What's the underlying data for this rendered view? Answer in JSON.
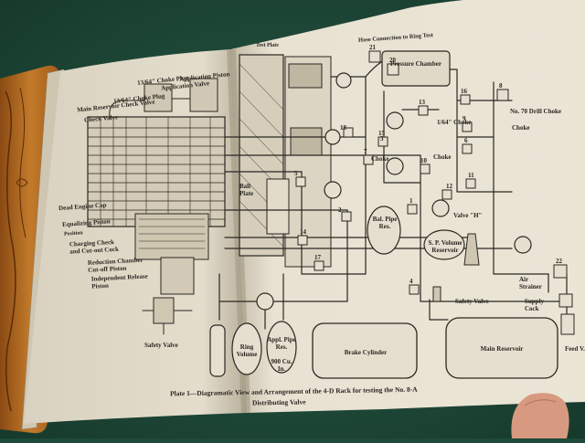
{
  "photo": {
    "subject": "Open book showing a technical diagram plate",
    "colors": {
      "background": "#1f4a3a",
      "book_cover": "#b5651d",
      "page": "#e6e0d2",
      "ink": "#2b2721"
    }
  },
  "plate": {
    "caption_line1": "Plate 1—Diagramatic View and Arrangement of the 4-D Rack for testing the No. 8-A",
    "caption_line2": "Distributing Valve"
  },
  "labels": {
    "main_reservoir_check_valve": "Main Reservoir Check Valve",
    "choke_plug": "13/64\" Choke Plug",
    "choke_plug_2": "13/64\" Choke Plug",
    "application_piston": "Application Piston",
    "application_valve": "Application Valve",
    "check_valve": "Check Valve",
    "dead_engine_cap": "Dead Engine Cap",
    "equalizing_piston": "Equalizing Piston",
    "charging_check": "Charging Check and Cut-out Cock",
    "reduction_chamber": "Reduction Chamber Cut-off Piston",
    "independent_release": "Independent Release Piston",
    "safety_valve_left": "Safety Valve",
    "ring_volume": "Ring Volume",
    "appl_pipe": "Appl. Pipe Res.",
    "appl_pipe_2": "900 Cu. In.",
    "brake_cylinder": "Brake Cylinder",
    "main_reservoir": "Main Reservoir",
    "feed_valve": "Feed V.",
    "safety_valve_right": "Safety Valve",
    "air_strainer": "Air Strainer",
    "supply_cock": "Supply Cock",
    "sp_volume": "S. P. Volume",
    "sp_volume_2": "Reservoir",
    "valve_h": "Valve \"H\"",
    "bal_pipe": "Bal. Pipe Res.",
    "pressure_chamber": "Pressure Chamber",
    "no70_drill_choke": "No. 70 Drill Choke",
    "choke": "Choke",
    "choke_small": "1/64\" Choke",
    "choke_a": "Choke",
    "choke_b": "Choke",
    "hose_connection": "Hose Connection to Ring Test",
    "test_plate": "Test Plate",
    "ball_plate": "Ball Plate",
    "position_lbl": "Position",
    "n18": "18",
    "n15": "15",
    "n7": "7",
    "n5": "5",
    "n3": "3",
    "n2": "2",
    "n10": "10",
    "n11": "11",
    "n13": "13",
    "n16": "16",
    "n9": "9",
    "n6": "6",
    "n12": "12",
    "n1": "1",
    "n4": "4",
    "n8": "8",
    "n14": "14",
    "n17": "17",
    "n20": "20",
    "n21": "21",
    "n22": "22"
  }
}
